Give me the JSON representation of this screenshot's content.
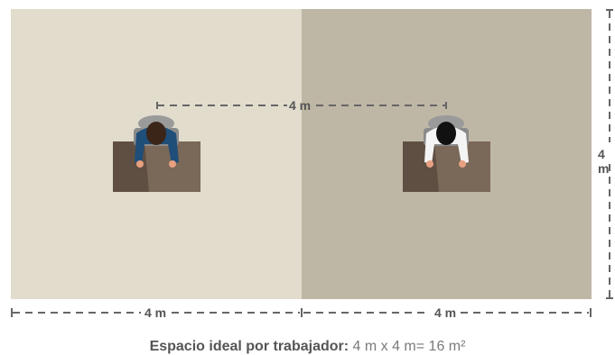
{
  "measures": {
    "between_workers": "4 m",
    "height_right": "4 m",
    "width_left": "4 m",
    "width_right": "4 m"
  },
  "caption": {
    "label": "Espacio ideal por trabajador:",
    "value": "4 m x 4 m= 16 m²"
  },
  "colors": {
    "left_area": "#e1dccc",
    "right_area": "#bfb7a5",
    "desk": "#7a6858",
    "dimension_line": "#666666"
  }
}
